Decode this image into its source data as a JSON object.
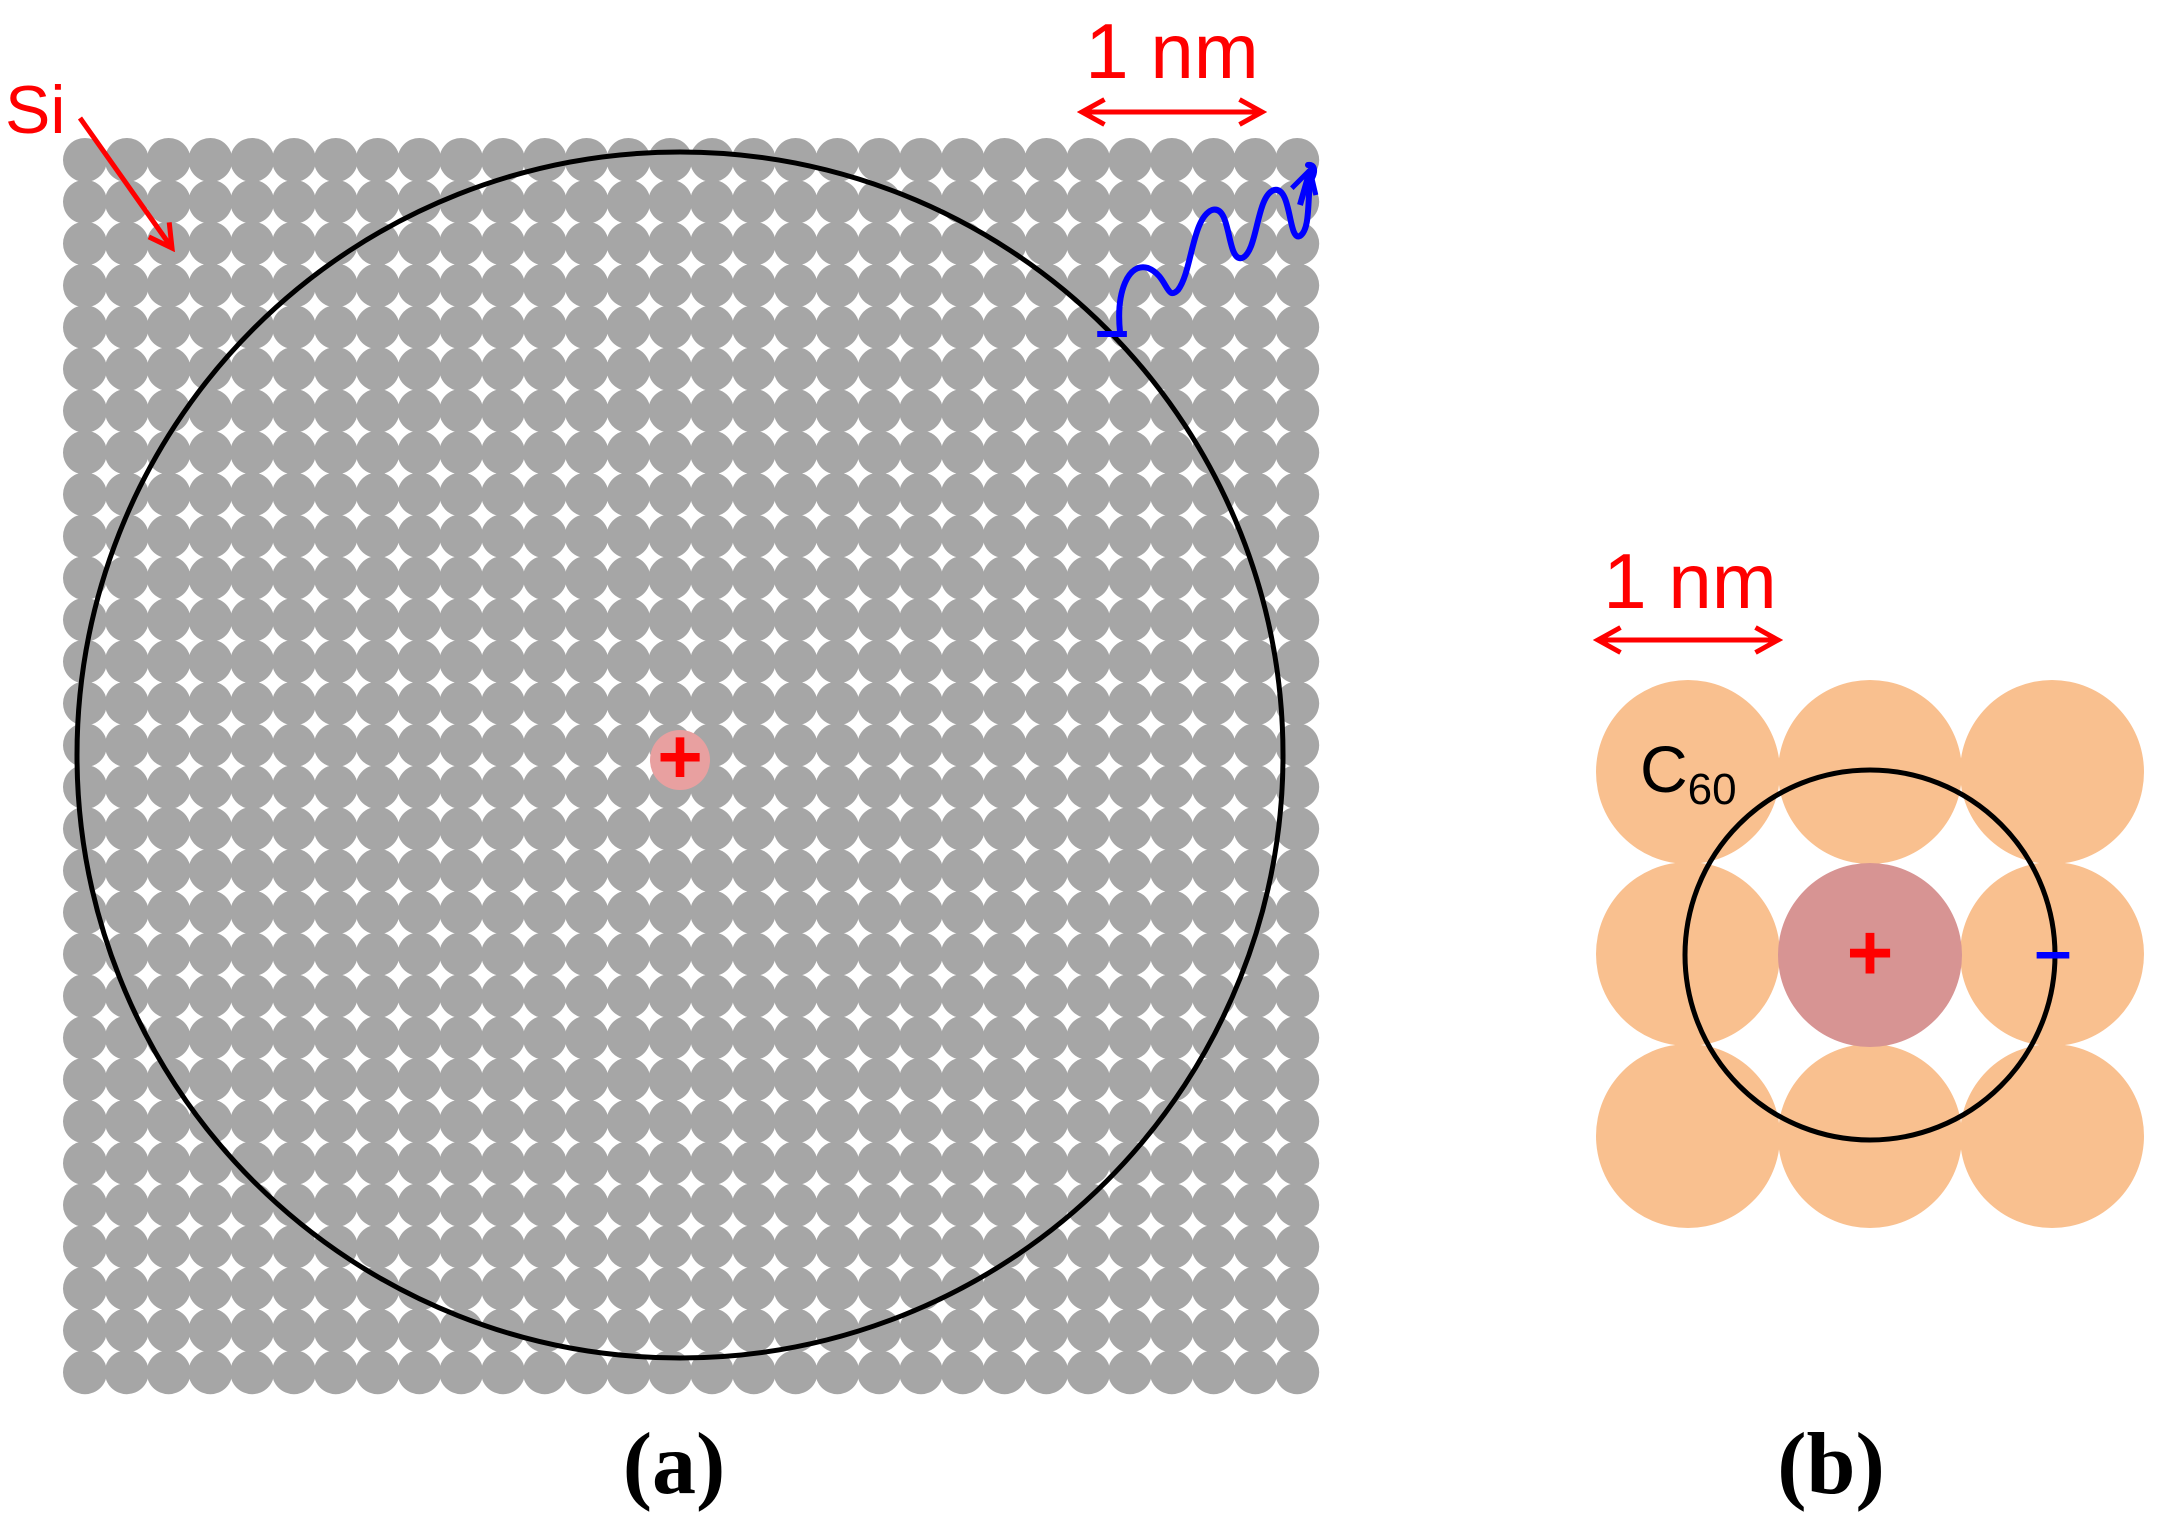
{
  "panel_a": {
    "label_open": "(",
    "label_letter": "a",
    "label_close": ")",
    "scale_label": "1 nm",
    "atom_label": "Si",
    "plus_symbol": "+",
    "minus_symbol": "–",
    "lattice": {
      "rows": 30,
      "cols": 30
    },
    "colors": {
      "atom": "#a6a6a6",
      "annotation": "#ff0000",
      "core": "#e8a0a0",
      "emission": "#0000ff",
      "circle": "#000000"
    }
  },
  "panel_b": {
    "label_open": "(",
    "label_letter": "b",
    "label_close": ")",
    "scale_label": "1 nm",
    "molecule_label_main": "C",
    "molecule_label_sub": "60",
    "plus_symbol": "+",
    "minus_symbol": "–",
    "lattice": {
      "rows": 3,
      "cols": 3
    },
    "colors": {
      "molecule": "#f9c08f",
      "center_molecule": "#d79493",
      "annotation": "#ff0000",
      "minus": "#0000ff",
      "circle": "#000000"
    }
  }
}
